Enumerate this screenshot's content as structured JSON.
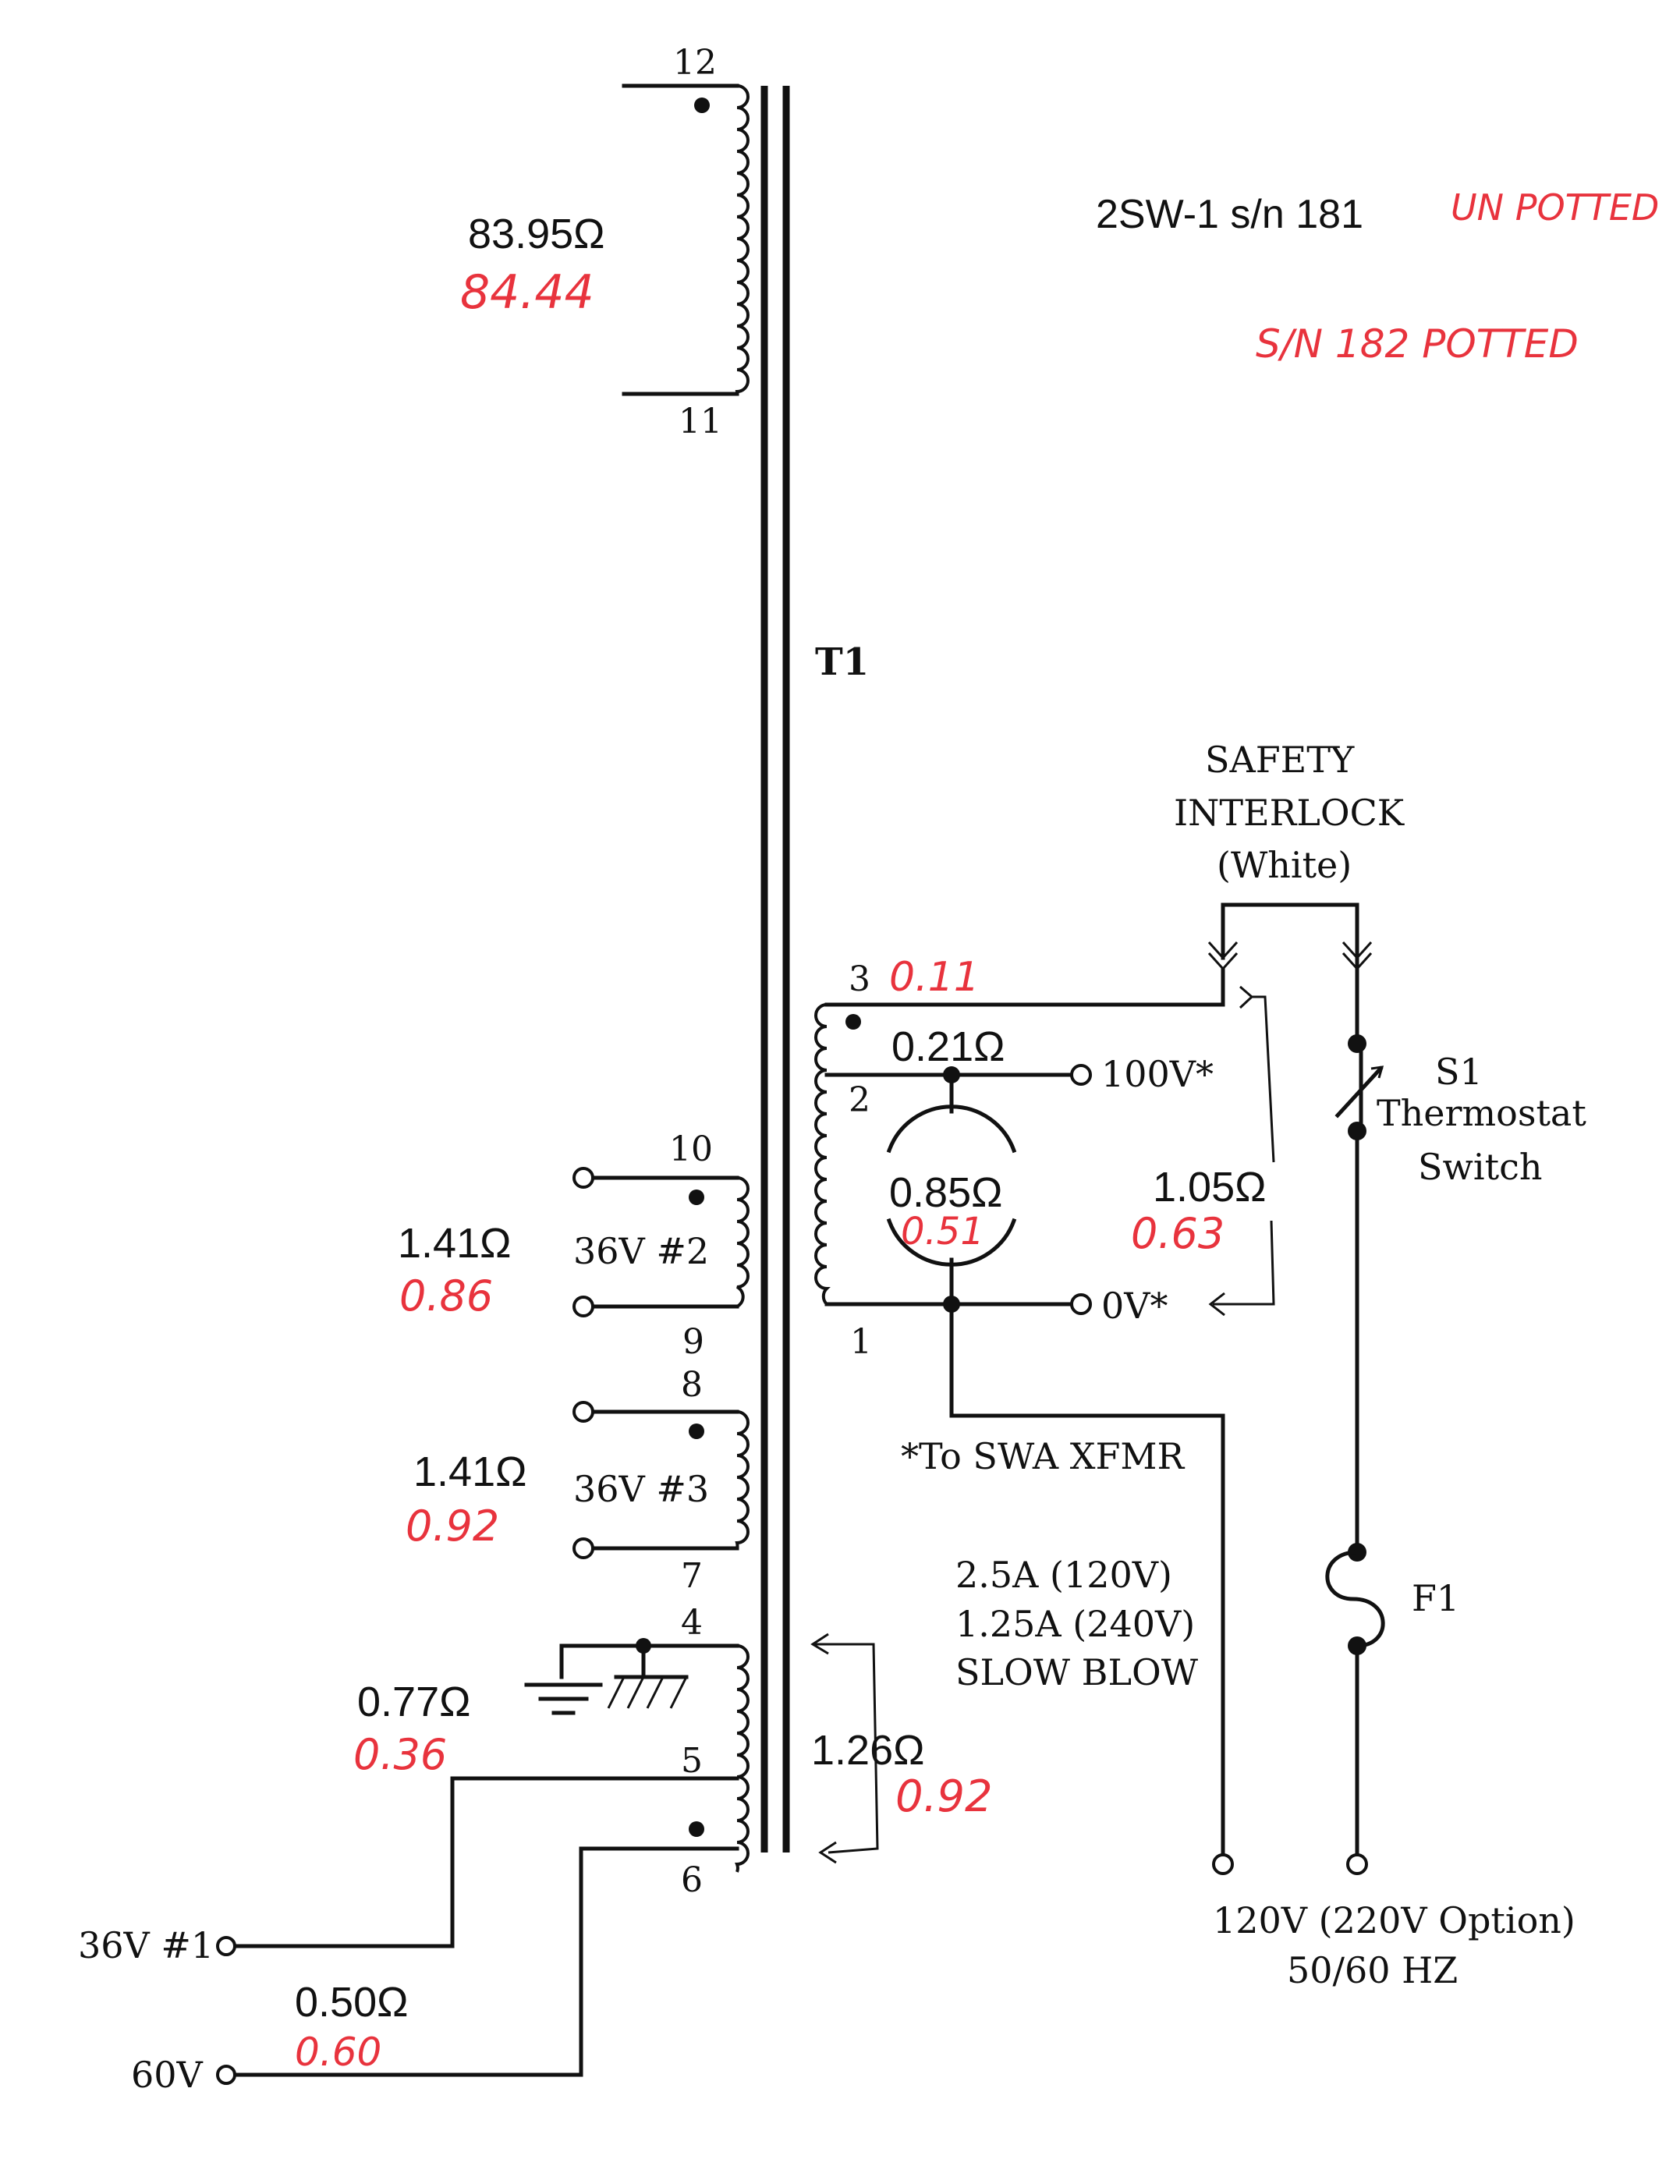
{
  "header": {
    "model": "2SW-1 s/n 181",
    "note_unpotted": "UN POTTED",
    "note_potted": "S/N 182 POTTED"
  },
  "transformer": {
    "ref": "T1"
  },
  "pins": {
    "p12": "12",
    "p11": "11",
    "p10": "10",
    "p9": "9",
    "p8": "8",
    "p7": "7",
    "p4": "4",
    "p5": "5",
    "p6": "6",
    "p3": "3",
    "p2": "2",
    "p1": "1"
  },
  "windings": {
    "hv": {
      "printed": "83.95Ω",
      "measured": "84.44"
    },
    "w36_2": {
      "name": "36V #2",
      "printed": "1.41Ω",
      "measured": "0.86"
    },
    "w36_3": {
      "name": "36V #3",
      "printed": "1.41Ω",
      "measured": "0.92"
    },
    "w4_5": {
      "printed": "0.77Ω",
      "measured": "0.36"
    },
    "w5_6_bracket": {
      "printed": "1.26Ω",
      "measured": "0.92"
    },
    "w6_out": {
      "printed": "0.50Ω",
      "measured": "0.60"
    },
    "primary_top": {
      "printed": "0.21Ω",
      "measured": "0.11"
    },
    "primary_mid": {
      "printed": "0.85Ω",
      "measured": "0.51"
    },
    "primary_total": {
      "printed": "1.05Ω",
      "measured": "0.63"
    }
  },
  "terminals": {
    "t100v": "100V*",
    "t0v": "0V*",
    "t36v1": "36V #1",
    "t60v": "60V"
  },
  "notes": {
    "swa": "*To SWA XFMR",
    "fuse_rating_1": "2.5A (120V)",
    "fuse_rating_2": "1.25A (240V)",
    "fuse_rating_3": "SLOW BLOW",
    "mains_1": "120V (220V Option)",
    "mains_2": "50/60 HZ"
  },
  "interlock": {
    "line1": "SAFETY",
    "line2": "INTERLOCK",
    "line3": "(White)"
  },
  "switch": {
    "ref": "S1",
    "line1": "Thermostat",
    "line2": "Switch"
  },
  "fuse": {
    "ref": "F1"
  },
  "colors": {
    "ink": "#111111",
    "annotation": "#e8333d"
  }
}
